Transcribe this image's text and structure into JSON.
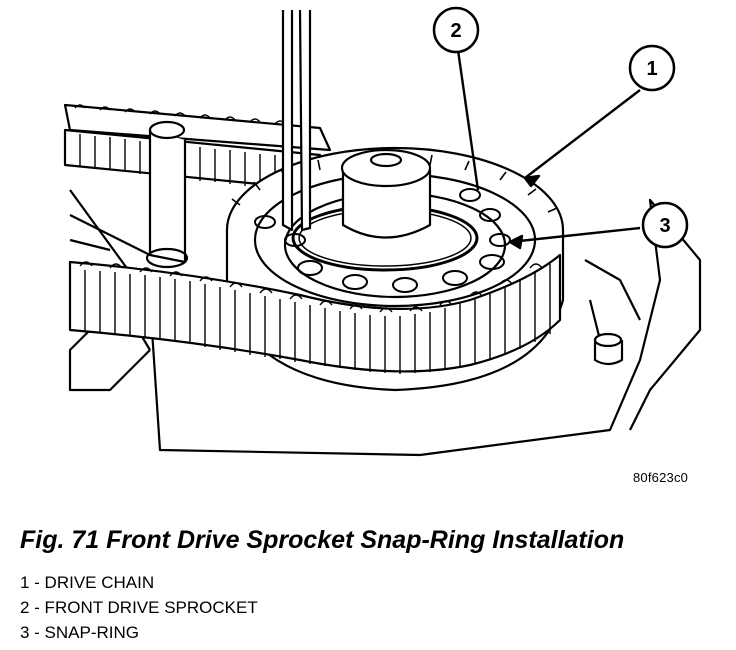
{
  "figure": {
    "code": "80f623c0",
    "caption": "Fig. 71 Front Drive Sprocket Snap-Ring Installation"
  },
  "callouts": [
    {
      "number": "1"
    },
    {
      "number": "2"
    },
    {
      "number": "3"
    }
  ],
  "legend": [
    {
      "text": "1 - DRIVE CHAIN"
    },
    {
      "text": "2 - FRONT DRIVE SPROCKET"
    },
    {
      "text": "3 - SNAP-RING"
    }
  ]
}
